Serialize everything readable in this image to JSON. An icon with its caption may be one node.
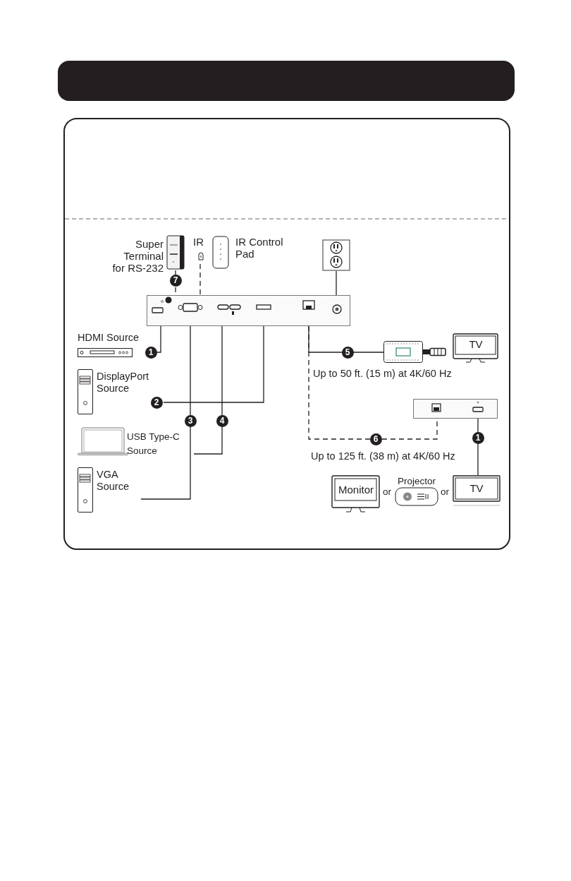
{
  "diagram": {
    "nodes": [
      {
        "text": [
          "Super Terminal for RS-232"
        ]
      },
      {
        "text": [
          "IR"
        ]
      },
      {
        "text": [
          "IR Control Pad"
        ]
      },
      {
        "text": [],
        "shape": "picture"
      },
      {
        "text": [],
        "shape": "box"
      },
      {
        "text": [
          "HDMI Source"
        ]
      },
      {
        "text": [
          "DisplayPort Source"
        ]
      },
      {
        "text": [
          "USB Type-C Source"
        ]
      },
      {
        "text": [
          "VGA Source"
        ]
      },
      {
        "text": [],
        "shape": "picture"
      },
      {
        "text": [
          "TV"
        ]
      },
      {
        "text": [],
        "shape": "box"
      },
      {
        "text": [
          "Monitor"
        ]
      },
      {
        "text": [
          "Projector"
        ]
      },
      {
        "text": [
          "TV"
        ]
      },
      {
        "text": [],
        "shape": "bar"
      }
    ],
    "edges": [
      {
        "from": 0,
        "to": 4,
        "arrow": "none",
        "label": "7",
        "style": "dashed"
      },
      {
        "from": 1,
        "to": 4,
        "arrow": "none",
        "style": "dashed"
      },
      {
        "from": 3,
        "to": 4,
        "arrow": "none"
      },
      {
        "from": 5,
        "to": 4,
        "arrow": "none",
        "label": "1"
      },
      {
        "from": 6,
        "to": 4,
        "arrow": "none",
        "label": "2"
      },
      {
        "from": 8,
        "to": 4,
        "arrow": "none",
        "label": "3"
      },
      {
        "from": 7,
        "to": 4,
        "arrow": "none",
        "label": "4"
      },
      {
        "from": 4,
        "to": 9,
        "arrow": "none",
        "label": "5"
      },
      {
        "from": 4,
        "to": 11,
        "arrow": "none",
        "label": "6",
        "style": "dashed"
      },
      {
        "from": 11,
        "to": 14,
        "arrow": "none",
        "label": "1"
      }
    ],
    "labels": [
      "Up to 50 ft. (15 m) at 4K/60 Hz",
      "Up to 125 ft. (38 m) at 4K/60 Hz",
      "or",
      "or"
    ]
  }
}
